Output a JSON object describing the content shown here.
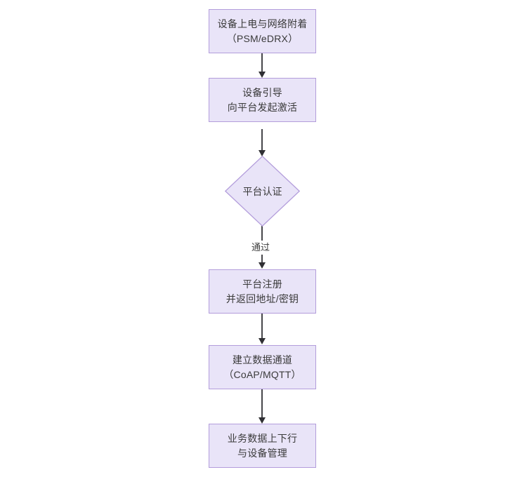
{
  "diagram": {
    "type": "flowchart",
    "orientation": "top-to-bottom",
    "background_color": "#ffffff",
    "node_fill_color": "#e9e4f8",
    "node_border_color": "#b39ddb",
    "text_color": "#3a3a3a",
    "connector_color": "#46464a",
    "nodes": [
      {
        "id": "power-on",
        "shape": "rectangle",
        "line1": "设备上电与网络附着",
        "line2": "（PSM/eDRX）"
      },
      {
        "id": "bootstrap",
        "shape": "rectangle",
        "line1": "设备引导",
        "line2": "向平台发起激活"
      },
      {
        "id": "platform-auth",
        "shape": "diamond",
        "line1": "平台认证",
        "line2": ""
      },
      {
        "id": "platform-register",
        "shape": "rectangle",
        "line1": "平台注册",
        "line2": "并返回地址/密钥"
      },
      {
        "id": "data-channel",
        "shape": "rectangle",
        "line1": "建立数据通道",
        "line2": "（CoAP/MQTT）"
      },
      {
        "id": "business-data",
        "shape": "rectangle",
        "line1": "业务数据上下行",
        "line2": "与设备管理"
      }
    ],
    "edges": [
      {
        "id": "e1",
        "from": "power-on",
        "to": "bootstrap",
        "label": ""
      },
      {
        "id": "e2",
        "from": "bootstrap",
        "to": "platform-auth",
        "label": ""
      },
      {
        "id": "e3",
        "from": "platform-auth",
        "to": "platform-register",
        "label": "通过"
      },
      {
        "id": "e4",
        "from": "platform-register",
        "to": "data-channel",
        "label": ""
      },
      {
        "id": "e5",
        "from": "data-channel",
        "to": "business-data",
        "label": ""
      }
    ]
  }
}
